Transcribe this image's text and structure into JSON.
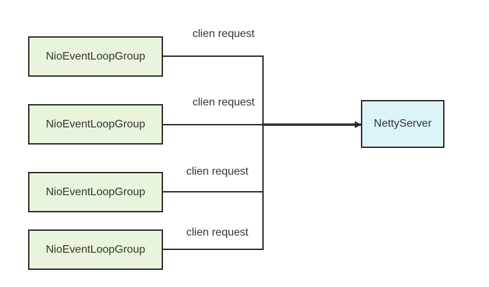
{
  "diagram": {
    "clients": [
      {
        "label": "NioEventLoopGroup"
      },
      {
        "label": "NioEventLoopGroup"
      },
      {
        "label": "NioEventLoopGroup"
      },
      {
        "label": "NioEventLoopGroup"
      }
    ],
    "server": {
      "label": "NettyServer"
    },
    "edges": [
      {
        "label": "clien request"
      },
      {
        "label": "clien request"
      },
      {
        "label": "clien request"
      },
      {
        "label": "clien request"
      }
    ],
    "colors": {
      "client_fill": "#e8f5dc",
      "server_fill": "#dcf4f6",
      "stroke": "#2b2b2b"
    }
  }
}
